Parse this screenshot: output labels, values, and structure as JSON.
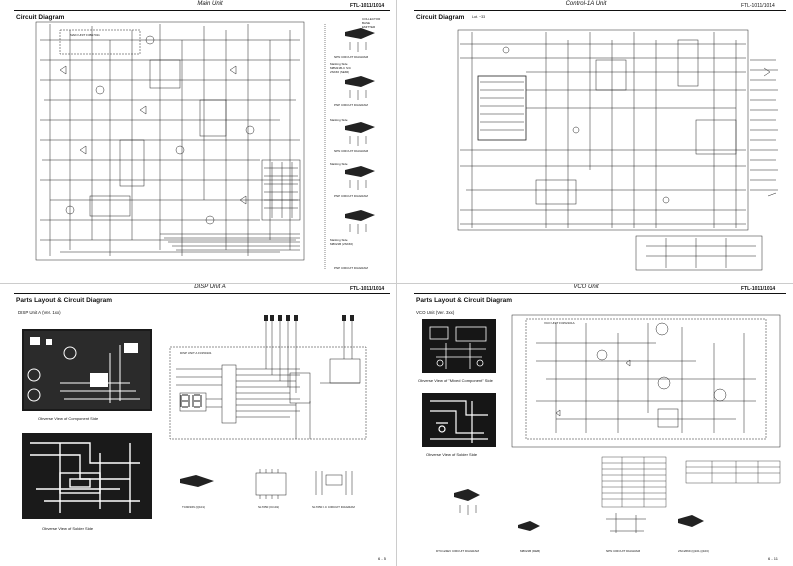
{
  "main_unit": {
    "unit_title": "Main Unit",
    "model": "FTL-1011/1014",
    "section_title": "Circuit Diagram",
    "block_label": "MAIN UNIT F3B17011",
    "packages": [
      {
        "pins": "COLLECTOR\nBASE\nEMITTER",
        "name": "NPN CIRCUIT DIAGRAM"
      },
      {
        "pins": "Marking Side\nM8M21B-C S/C\n2SK66 (SEMI)",
        "name": "PNP CIRCUIT DIAGRAM"
      },
      {
        "pins": "Marking Side",
        "name": "NPN CIRCUIT DIAGRAM"
      },
      {
        "pins": "Marking Side",
        "name": "PNP CIRCUIT DIAGRAM"
      },
      {
        "pins": "Marking Side\nM8021B (2SK66)",
        "name": "PNP CIRCUIT DIAGRAM"
      }
    ]
  },
  "control_unit": {
    "unit_title": "Control-1A Unit",
    "model": "FTL-1011/1014",
    "section_title": "Circuit Diagram",
    "lot_label": "Lot. ~33"
  },
  "disp_unit": {
    "unit_title": "DISP Unit A",
    "model": "FTL-1011/1014",
    "section_title": "Parts Layout & Circuit Diagram",
    "sub_title": "DISP Unit A (Ver. 1xx)",
    "block_label": "DISP UNIT A F3150101",
    "component_caption": "Obverse View of Component Side",
    "solder_caption": "Obverse View of Solder Side",
    "ic_captions": [
      "TC9033N (Q101)",
      "SL7050 (IC101)",
      "SL7050 I.C CIRCUIT DIAGRAM"
    ],
    "page_number": "6 - 5"
  },
  "vco_unit": {
    "unit_title": "VCO Unit",
    "model": "FTL-1011/1014",
    "section_title": "Parts Layout & Circuit Diagram",
    "sub_title": "VCO Unit (Ver. 3xx)",
    "block_label": "VCO UNIT F3152101A",
    "mixed_caption": "Obverse View of \"Mixed Component\" Side",
    "solder_caption": "Obverse View of Solder Side",
    "bottom_captions": [
      "DTC124EV CIRCUIT DIAGRAM",
      "M8021B (DEB)",
      "NPN CIRCUIT DIAGRAM",
      "2SC2669 (Q101,Q103)"
    ],
    "page_number": "6 - 11"
  }
}
